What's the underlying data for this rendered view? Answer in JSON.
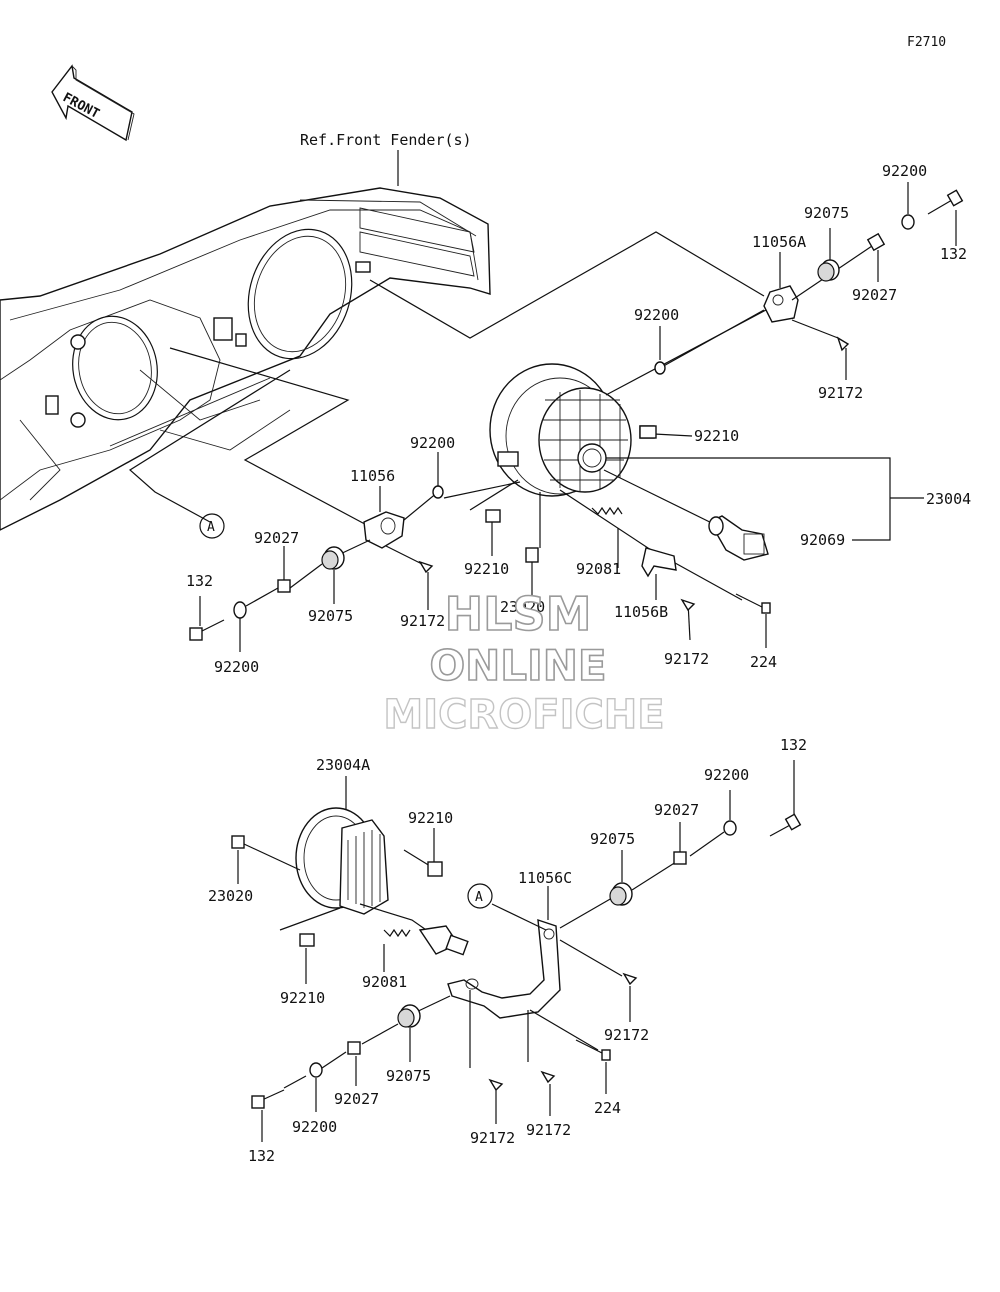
{
  "figure_code": "F2710",
  "front_arrow": "FRONT",
  "ref_label": "Ref.Front Fender(s)",
  "callout_a": "A",
  "watermark": {
    "line1": "HLSM",
    "line2": "ONLINE",
    "line3": "MICROFICHE"
  },
  "upper_labels": {
    "p92200_top": "92200",
    "p132_top": "132",
    "p92075_top": "92075",
    "p11056a": "11056A",
    "p92027_top": "92027",
    "p92200_mid": "92200",
    "p92172_top": "92172",
    "p92210_right": "92210",
    "p23004": "23004",
    "p92069": "92069",
    "p92200_left": "92200",
    "p11056": "11056",
    "p92027_left": "92027",
    "p132_left": "132",
    "p92075_left": "92075",
    "p92172_left": "92172",
    "p92200_bottom": "92200",
    "p92210_mid": "92210",
    "p23020_mid": "23020",
    "p92081_mid": "92081",
    "p11056b": "11056B",
    "p92172_mid": "92172",
    "p224_mid": "224"
  },
  "lower_labels": {
    "p23004a": "23004A",
    "p92210_top": "92210",
    "p23020": "23020",
    "p92210_bot": "92210",
    "p92081": "92081",
    "p132_right": "132",
    "p92200_right": "92200",
    "p92027_right": "92027",
    "p92075_right": "92075",
    "p11056c": "11056C",
    "p92172_right": "92172",
    "p224": "224",
    "p92075_left": "92075",
    "p92027_left": "92027",
    "p92200_left": "92200",
    "p132_left": "132",
    "p92172_b1": "92172",
    "p92172_b2": "92172"
  }
}
